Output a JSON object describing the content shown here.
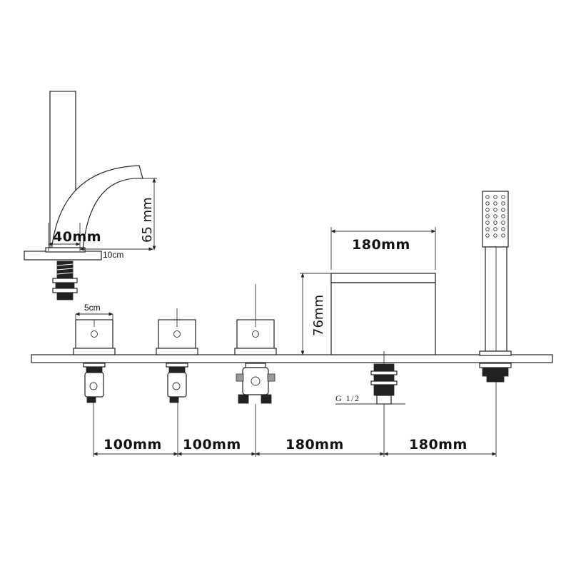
{
  "dimensions": {
    "spout_reach": "40mm",
    "spout_height": "65 mm",
    "spout_base": "10cm",
    "handle_width": "5cm",
    "waterfall_width": "180mm",
    "waterfall_height": "76mm",
    "thread": "G 1/2",
    "spacing_1": "100mm",
    "spacing_2": "100mm",
    "spacing_3": "180mm",
    "spacing_4": "180mm"
  }
}
